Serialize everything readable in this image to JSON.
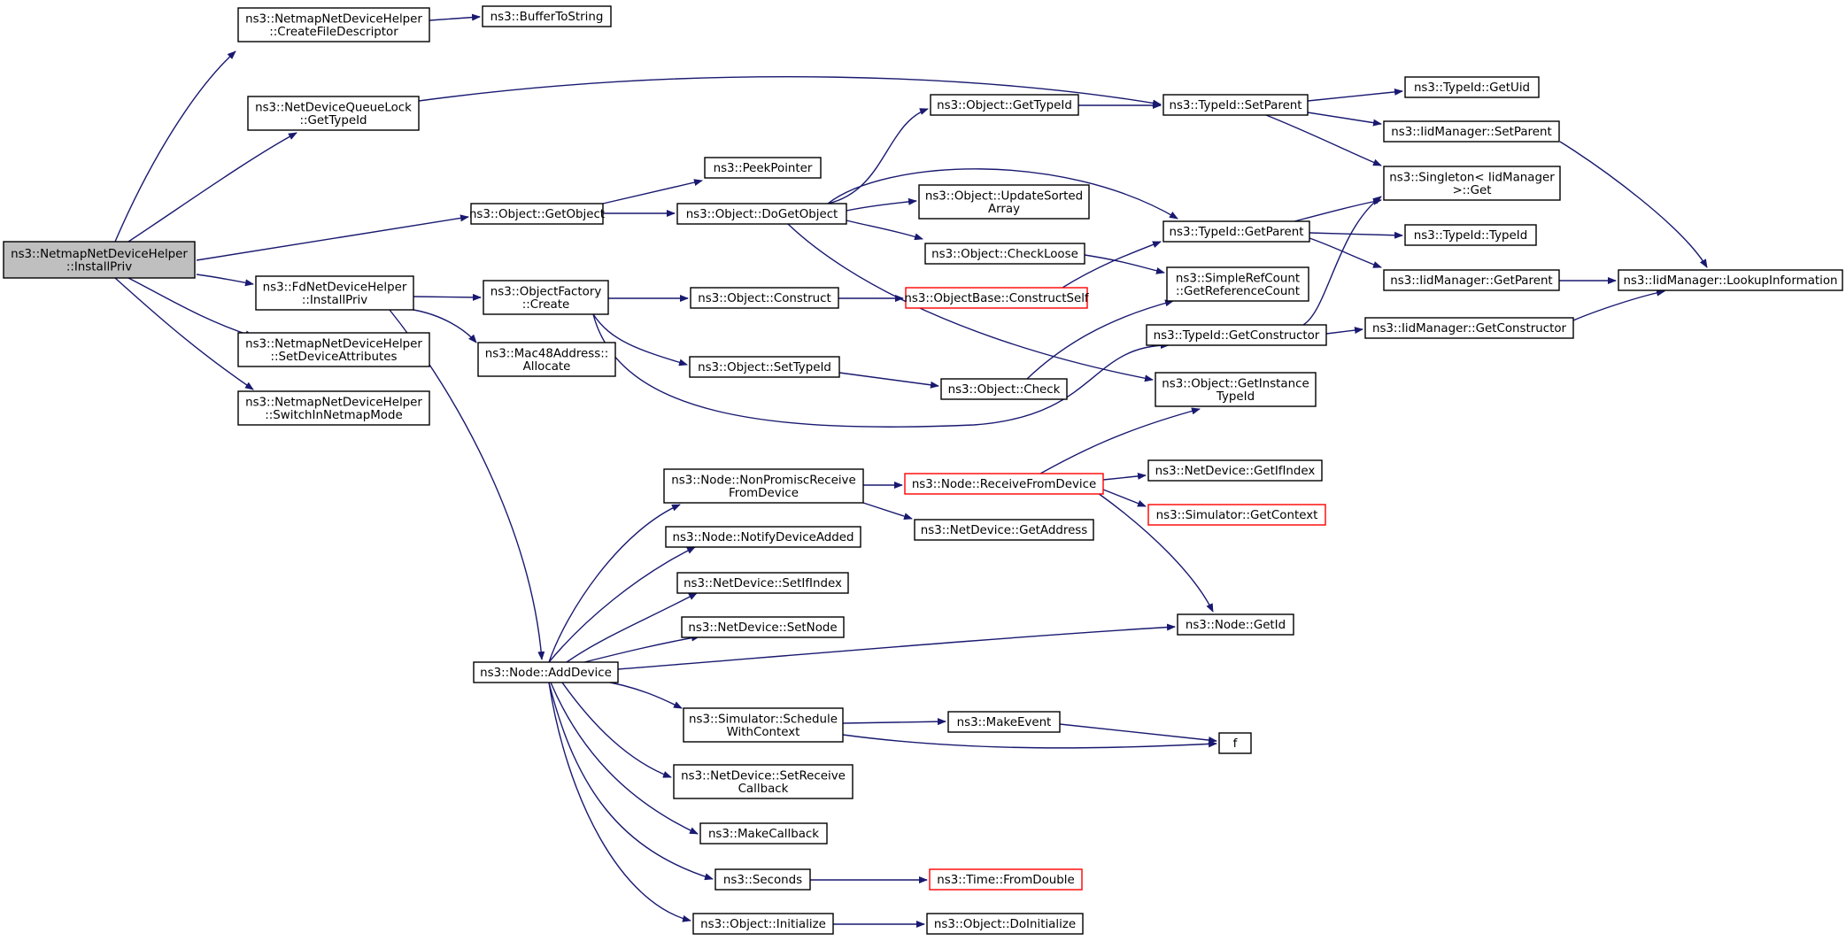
{
  "colors": {
    "edge": "#191970",
    "root_fill": "#bfbfbf",
    "truncated_border": "#ff0000",
    "border": "#000000"
  },
  "nodes": {
    "root": [
      "ns3::NetmapNetDeviceHelper",
      "::InstallPriv"
    ],
    "create_fd": [
      "ns3::NetmapNetDeviceHelper",
      "::CreateFileDescriptor"
    ],
    "buffer_to_string": [
      "ns3::BufferToString"
    ],
    "queue_lock": [
      "ns3::NetDeviceQueueLock",
      "::GetTypeId"
    ],
    "get_object": [
      "ns3::Object::GetObject"
    ],
    "peek_pointer": [
      "ns3::PeekPointer"
    ],
    "do_get_object": [
      "ns3::Object::DoGetObject"
    ],
    "obj_get_type_id": [
      "ns3::Object::GetTypeId"
    ],
    "update_sorted": [
      "ns3::Object::UpdateSorted",
      "Array"
    ],
    "check_loose": [
      "ns3::Object::CheckLoose"
    ],
    "tid_set_parent": [
      "ns3::TypeId::SetParent"
    ],
    "tid_get_uid": [
      "ns3::TypeId::GetUid"
    ],
    "iid_set_parent": [
      "ns3::IidManager::SetParent"
    ],
    "singleton_get": [
      "ns3::Singleton< IidManager",
      ">::Get"
    ],
    "tid_get_parent": [
      "ns3::TypeId::GetParent"
    ],
    "tid_type_id": [
      "ns3::TypeId::TypeId"
    ],
    "iid_get_parent": [
      "ns3::IidManager::GetParent"
    ],
    "lookup_info": [
      "ns3::IidManager::LookupInformation"
    ],
    "simple_ref": [
      "ns3::SimpleRefCount",
      "::GetReferenceCount"
    ],
    "fd_install": [
      "ns3::FdNetDeviceHelper",
      "::InstallPriv"
    ],
    "obj_factory": [
      "ns3::ObjectFactory",
      "::Create"
    ],
    "obj_construct": [
      "ns3::Object::Construct"
    ],
    "construct_self": [
      "ns3::ObjectBase::ConstructSelf"
    ],
    "tid_get_ctor": [
      "ns3::TypeId::GetConstructor"
    ],
    "iid_get_ctor": [
      "ns3::IidManager::GetConstructor"
    ],
    "set_device_attr": [
      "ns3::NetmapNetDeviceHelper",
      "::SetDeviceAttributes"
    ],
    "mac48": [
      "ns3::Mac48Address::",
      "Allocate"
    ],
    "set_type_id": [
      "ns3::Object::SetTypeId"
    ],
    "obj_check": [
      "ns3::Object::Check"
    ],
    "get_instance_tid": [
      "ns3::Object::GetInstance",
      "TypeId"
    ],
    "switch_netmap": [
      "ns3::NetmapNetDeviceHelper",
      "::SwitchInNetmapMode"
    ],
    "non_promisc": [
      "ns3::Node::NonPromiscReceive",
      "FromDevice"
    ],
    "receive_from_dev": [
      "ns3::Node::ReceiveFromDevice"
    ],
    "get_if_index": [
      "ns3::NetDevice::GetIfIndex"
    ],
    "sim_get_context": [
      "ns3::Simulator::GetContext"
    ],
    "get_address": [
      "ns3::NetDevice::GetAddress"
    ],
    "notify_added": [
      "ns3::Node::NotifyDeviceAdded"
    ],
    "set_if_index": [
      "ns3::NetDevice::SetIfIndex"
    ],
    "set_node": [
      "ns3::NetDevice::SetNode"
    ],
    "node_get_id": [
      "ns3::Node::GetId"
    ],
    "add_device": [
      "ns3::Node::AddDevice"
    ],
    "schedule_ctx": [
      "ns3::Simulator::Schedule",
      "WithContext"
    ],
    "make_event": [
      "ns3::MakeEvent"
    ],
    "f": [
      "f"
    ],
    "set_receive_cb": [
      "ns3::NetDevice::SetReceive",
      "Callback"
    ],
    "make_callback": [
      "ns3::MakeCallback"
    ],
    "seconds": [
      "ns3::Seconds"
    ],
    "from_double": [
      "ns3::Time::FromDouble"
    ],
    "obj_initialize": [
      "ns3::Object::Initialize"
    ],
    "do_initialize": [
      "ns3::Object::DoInitialize"
    ]
  }
}
